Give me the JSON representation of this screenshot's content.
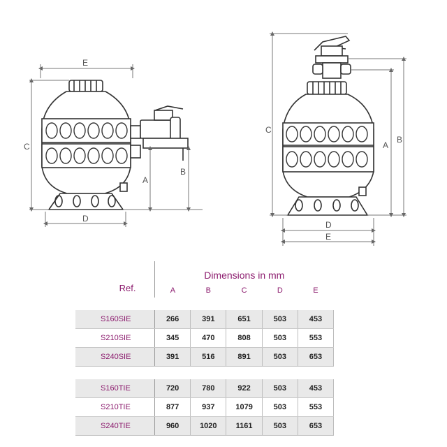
{
  "drawing": {
    "side_labels": {
      "E": "E",
      "C": "C",
      "B": "B",
      "A": "A",
      "D": "D"
    },
    "top_labels": {
      "C": "C",
      "A": "A",
      "B": "B",
      "D": "D",
      "E": "E"
    }
  },
  "table": {
    "title": "Dimensions in mm",
    "ref_header": "Ref.",
    "columns": [
      "A",
      "B",
      "C",
      "D",
      "E"
    ],
    "groups": [
      [
        {
          "ref": "S160SIE",
          "values": [
            "266",
            "391",
            "651",
            "503",
            "453"
          ]
        },
        {
          "ref": "S210SIE",
          "values": [
            "345",
            "470",
            "808",
            "503",
            "553"
          ]
        },
        {
          "ref": "S240SIE",
          "values": [
            "391",
            "516",
            "891",
            "503",
            "653"
          ]
        }
      ],
      [
        {
          "ref": "S160TIE",
          "values": [
            "720",
            "780",
            "922",
            "503",
            "453"
          ]
        },
        {
          "ref": "S210TIE",
          "values": [
            "877",
            "937",
            "1079",
            "503",
            "553"
          ]
        },
        {
          "ref": "S240TIE",
          "values": [
            "960",
            "1020",
            "1161",
            "503",
            "653"
          ]
        }
      ]
    ]
  }
}
